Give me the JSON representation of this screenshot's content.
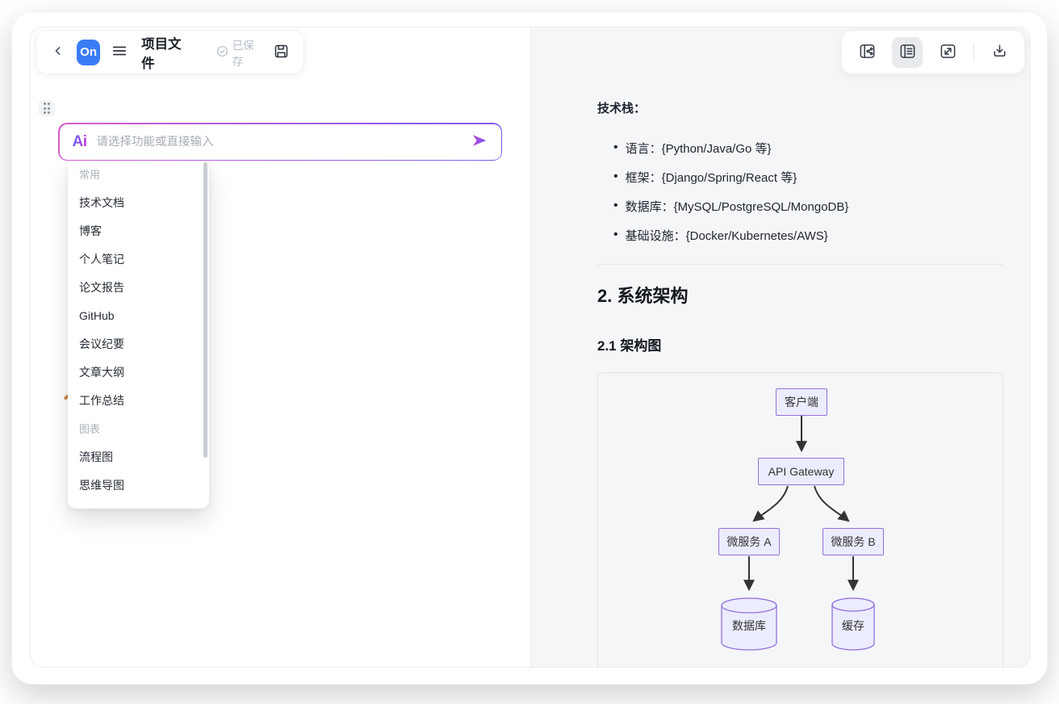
{
  "app": {
    "logo_text": "On",
    "title": "项目文件",
    "saved_status": "已保存"
  },
  "toolbar": {
    "left_icons": [
      "back",
      "logo",
      "menu",
      "save"
    ],
    "right_icons": [
      "split-view",
      "outline-view",
      "fullscreen",
      "download"
    ],
    "active_right_icon": "outline-view"
  },
  "ai_bar": {
    "logo": "Ai",
    "placeholder": "请选择功能或直接输入"
  },
  "dropdown": {
    "items": [
      {
        "label": "常用",
        "type": "section"
      },
      {
        "label": "技术文档",
        "type": "item"
      },
      {
        "label": "博客",
        "type": "item"
      },
      {
        "label": "个人笔记",
        "type": "item"
      },
      {
        "label": "论文报告",
        "type": "item"
      },
      {
        "label": "GitHub",
        "type": "item"
      },
      {
        "label": "会议纪要",
        "type": "item"
      },
      {
        "label": "文章大纲",
        "type": "item"
      },
      {
        "label": "工作总结",
        "type": "item"
      },
      {
        "label": "图表",
        "type": "section"
      },
      {
        "label": "流程图",
        "type": "item"
      },
      {
        "label": "思维导图",
        "type": "item"
      }
    ]
  },
  "preview": {
    "tech_stack_title": "技术栈：",
    "tech_stack_items": [
      "语言：{Python/Java/Go 等}",
      "框架：{Django/Spring/React 等}",
      "数据库：{MySQL/PostgreSQL/MongoDB}",
      "基础设施：{Docker/Kubernetes/AWS}"
    ],
    "section_heading": "2. 系统架构",
    "sub_heading": "2.1 架构图",
    "diagram": {
      "type": "flowchart",
      "nodes": [
        {
          "id": "client",
          "label": "客户端",
          "shape": "rect"
        },
        {
          "id": "gateway",
          "label": "API Gateway",
          "shape": "rect"
        },
        {
          "id": "serviceA",
          "label": "微服务 A",
          "shape": "rect"
        },
        {
          "id": "serviceB",
          "label": "微服务 B",
          "shape": "rect"
        },
        {
          "id": "database",
          "label": "数据库",
          "shape": "cylinder"
        },
        {
          "id": "cache",
          "label": "缓存",
          "shape": "cylinder"
        }
      ],
      "edges": [
        [
          "client",
          "gateway"
        ],
        [
          "gateway",
          "serviceA"
        ],
        [
          "gateway",
          "serviceB"
        ],
        [
          "serviceA",
          "database"
        ],
        [
          "serviceB",
          "cache"
        ]
      ]
    }
  },
  "colors": {
    "logo_blue": "#3b7cf6",
    "ai_gradient_start": "#d55fd0",
    "ai_gradient_end": "#7d5bf0",
    "node_fill": "#ECECFF",
    "node_border": "#9370DB",
    "panel_bg": "#f5f6f8"
  }
}
